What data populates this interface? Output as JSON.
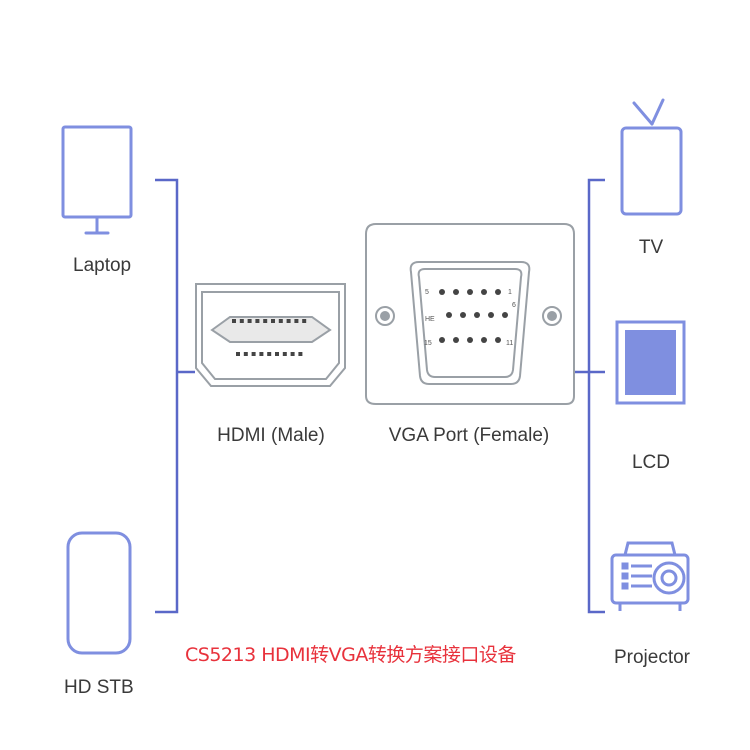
{
  "labels": {
    "laptop": "Laptop",
    "hd_stb": "HD STB",
    "hdmi": "HDMI (Male)",
    "vga": "VGA Port (Female)",
    "tv": "TV",
    "lcd": "LCD",
    "projector": "Projector"
  },
  "vga_pin_labels": {
    "pin5": "5",
    "pin1": "1",
    "pin10": "HE",
    "pin6": "6",
    "pin15": "15",
    "pin11": "11"
  },
  "caption": "CS5213 HDMI转VGA转换方案接口设备",
  "colors": {
    "device_stroke": "#7f8fe0",
    "line_stroke": "#5a68c8",
    "connector_stroke": "#9aa0a6",
    "caption": "#e8323c"
  }
}
